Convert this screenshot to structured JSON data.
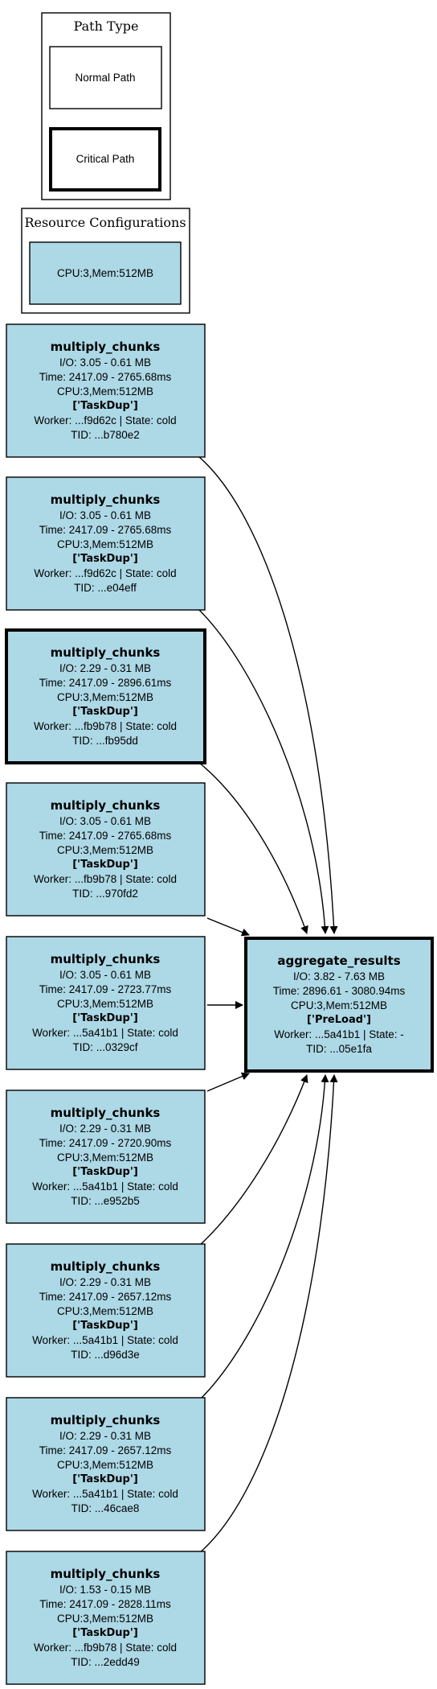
{
  "legend": {
    "path_type": {
      "title": "Path Type",
      "normal": "Normal Path",
      "critical": "Critical Path"
    },
    "resource_configurations": {
      "title": "Resource Configurations",
      "item": "CPU:3,Mem:512MB"
    }
  },
  "nodes": [
    {
      "name": "multiply_chunks",
      "io": "I/O: 3.05 - 0.61 MB",
      "time": "Time: 2417.09 - 2765.68ms",
      "cpu": "CPU:3,Mem:512MB",
      "tag": "['TaskDup']",
      "worker": "Worker: ...f9d62c | State: cold",
      "tid": "TID: ...b780e2",
      "critical": false
    },
    {
      "name": "multiply_chunks",
      "io": "I/O: 3.05 - 0.61 MB",
      "time": "Time: 2417.09 - 2765.68ms",
      "cpu": "CPU:3,Mem:512MB",
      "tag": "['TaskDup']",
      "worker": "Worker: ...f9d62c | State: cold",
      "tid": "TID: ...e04eff",
      "critical": false
    },
    {
      "name": "multiply_chunks",
      "io": "I/O: 2.29 - 0.31 MB",
      "time": "Time: 2417.09 - 2896.61ms",
      "cpu": "CPU:3,Mem:512MB",
      "tag": "['TaskDup']",
      "worker": "Worker: ...fb9b78 | State: cold",
      "tid": "TID: ...fb95dd",
      "critical": true
    },
    {
      "name": "multiply_chunks",
      "io": "I/O: 3.05 - 0.61 MB",
      "time": "Time: 2417.09 - 2765.68ms",
      "cpu": "CPU:3,Mem:512MB",
      "tag": "['TaskDup']",
      "worker": "Worker: ...fb9b78 | State: cold",
      "tid": "TID: ...970fd2",
      "critical": false
    },
    {
      "name": "multiply_chunks",
      "io": "I/O: 3.05 - 0.61 MB",
      "time": "Time: 2417.09 - 2723.77ms",
      "cpu": "CPU:3,Mem:512MB",
      "tag": "['TaskDup']",
      "worker": "Worker: ...5a41b1 | State: cold",
      "tid": "TID: ...0329cf",
      "critical": false
    },
    {
      "name": "multiply_chunks",
      "io": "I/O: 2.29 - 0.31 MB",
      "time": "Time: 2417.09 - 2720.90ms",
      "cpu": "CPU:3,Mem:512MB",
      "tag": "['TaskDup']",
      "worker": "Worker: ...5a41b1 | State: cold",
      "tid": "TID: ...e952b5",
      "critical": false
    },
    {
      "name": "multiply_chunks",
      "io": "I/O: 2.29 - 0.31 MB",
      "time": "Time: 2417.09 - 2657.12ms",
      "cpu": "CPU:3,Mem:512MB",
      "tag": "['TaskDup']",
      "worker": "Worker: ...5a41b1 | State: cold",
      "tid": "TID: ...d96d3e",
      "critical": false
    },
    {
      "name": "multiply_chunks",
      "io": "I/O: 2.29 - 0.31 MB",
      "time": "Time: 2417.09 - 2657.12ms",
      "cpu": "CPU:3,Mem:512MB",
      "tag": "['TaskDup']",
      "worker": "Worker: ...5a41b1 | State: cold",
      "tid": "TID: ...46cae8",
      "critical": false
    },
    {
      "name": "multiply_chunks",
      "io": "I/O: 1.53 - 0.15 MB",
      "time": "Time: 2417.09 - 2828.11ms",
      "cpu": "CPU:3,Mem:512MB",
      "tag": "['TaskDup']",
      "worker": "Worker: ...fb9b78 | State: cold",
      "tid": "TID: ...2edd49",
      "critical": false
    }
  ],
  "target": {
    "name": "aggregate_results",
    "io": "I/O: 3.82 - 7.63 MB",
    "time": "Time: 2896.61 - 3080.94ms",
    "cpu": "CPU:3,Mem:512MB",
    "tag": "['PreLoad']",
    "worker": "Worker: ...5a41b1 | State: -",
    "tid": "TID: ...05e1fa",
    "critical": true
  }
}
